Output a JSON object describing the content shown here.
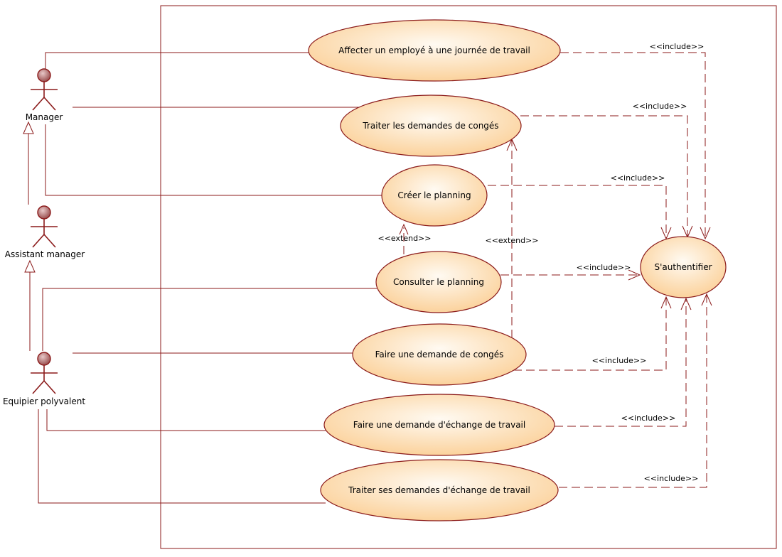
{
  "colors": {
    "line": "#8b1a1a",
    "usecase_fill_light": "#fffaf2",
    "usecase_fill_dark": "#fbd29c",
    "actor_head": "#b07070"
  },
  "actors": {
    "manager": "Manager",
    "assistant": "Assistant manager",
    "equipier": "Equipier polyvalent"
  },
  "usecases": {
    "affecter": "Affecter un employé à une journée de travail",
    "traiter_conges": "Traiter les demandes de congés",
    "creer_planning": "Créer le planning",
    "consulter_planning": "Consulter le planning",
    "faire_conges": "Faire une demande de congés",
    "faire_echange": "Faire une demande d'échange de travail",
    "traiter_echange": "Traiter ses demandes d'échange de travail",
    "authentifier": "S'authentifier"
  },
  "stereotypes": {
    "include": "<<include>>",
    "extend": "<<extend>>"
  }
}
